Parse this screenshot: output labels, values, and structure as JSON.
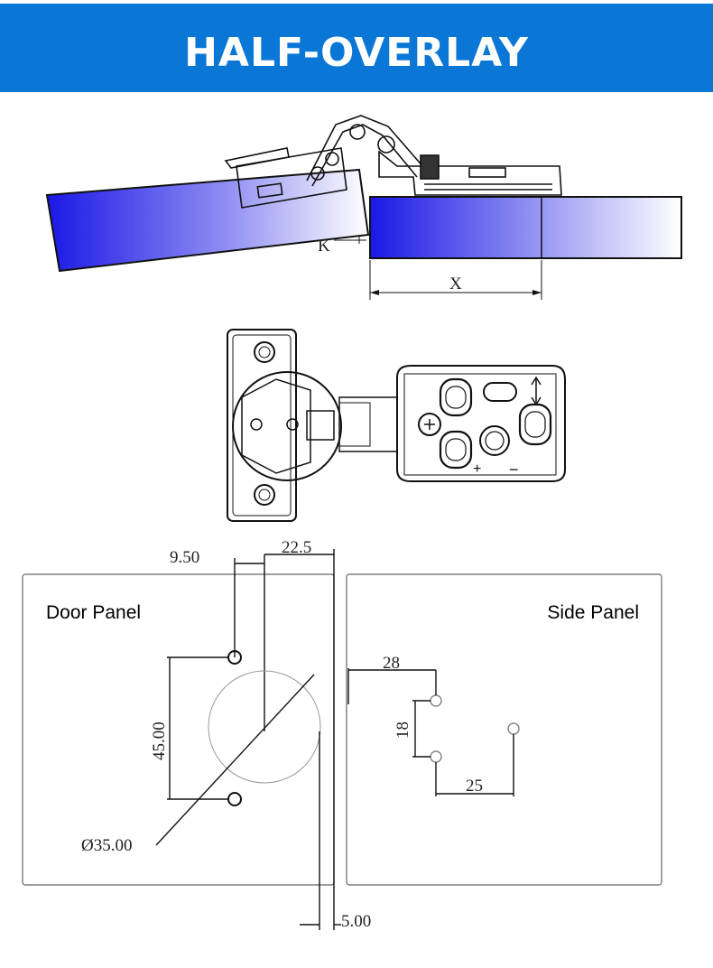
{
  "header": {
    "title": "HALF-OVERLAY"
  },
  "diagram": {
    "labels": {
      "k": "K",
      "x": "X"
    },
    "dimensions": {
      "d1": "9.50",
      "d2": "22.5",
      "d3": "45.00",
      "d4": "Ø35.00",
      "d5": "5.00",
      "d6": "28",
      "d7": "18",
      "d8": "25"
    },
    "panels": {
      "door": "Door Panel",
      "side": "Side Panel"
    }
  },
  "colors": {
    "banner": "#0a77d6",
    "panel_gradient_start": "#1a18e6",
    "line": "#222222"
  }
}
